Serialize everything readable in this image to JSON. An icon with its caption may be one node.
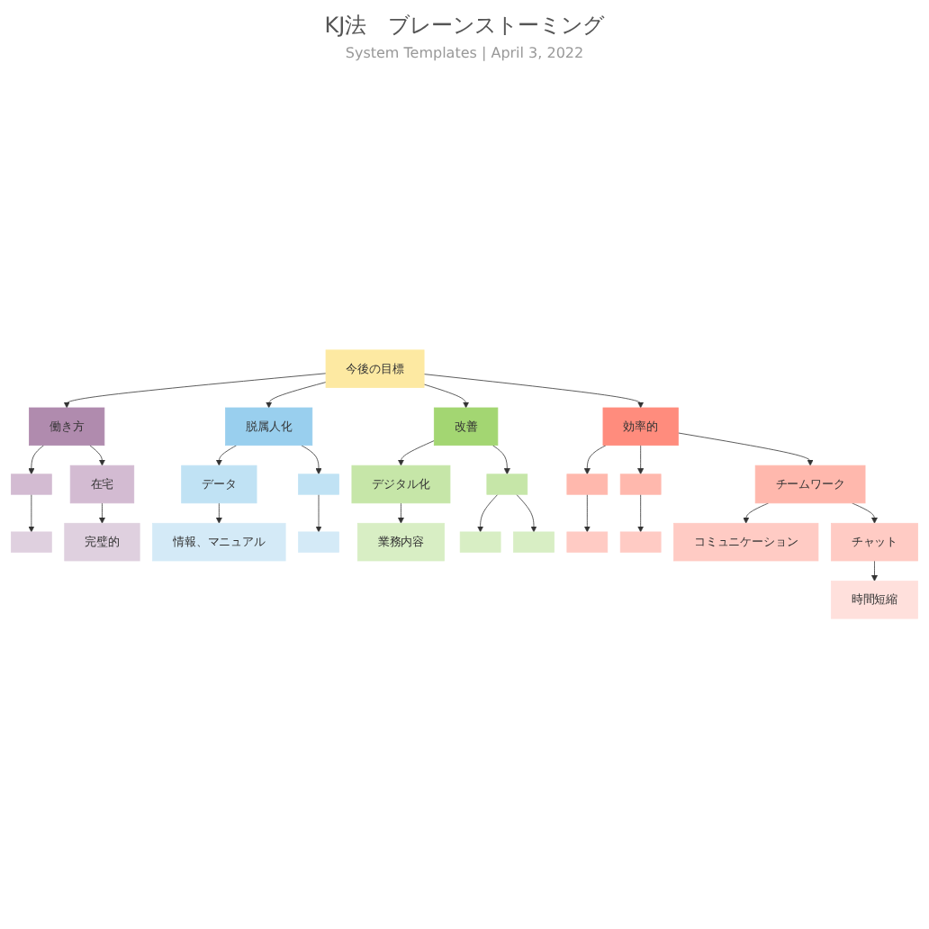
{
  "diagram": {
    "title": "KJ法　ブレーンストーミング",
    "caption": "System Templates | April 3, 2022",
    "nodes": [
      {
        "text": [
          "今後の目標"
        ]
      },
      {
        "text": [
          "働き方"
        ]
      },
      {
        "text": [],
        "shape": "box"
      },
      {
        "text": [],
        "shape": "box"
      },
      {
        "text": [
          "在宅"
        ]
      },
      {
        "text": [
          "完璧的"
        ]
      },
      {
        "text": [
          "脱属人化"
        ]
      },
      {
        "text": [
          "データ"
        ]
      },
      {
        "text": [
          "情報、マニュアル"
        ]
      },
      {
        "text": [],
        "shape": "box"
      },
      {
        "text": [],
        "shape": "box"
      },
      {
        "text": [
          "改善"
        ]
      },
      {
        "text": [
          "デジタル化"
        ]
      },
      {
        "text": [
          "業務内容"
        ]
      },
      {
        "text": [],
        "shape": "box"
      },
      {
        "text": [],
        "shape": "box"
      },
      {
        "text": [],
        "shape": "box"
      },
      {
        "text": [
          "効率的"
        ]
      },
      {
        "text": [],
        "shape": "box"
      },
      {
        "text": [],
        "shape": "box"
      },
      {
        "text": [],
        "shape": "box"
      },
      {
        "text": [],
        "shape": "box"
      },
      {
        "text": [
          "チームワーク"
        ]
      },
      {
        "text": [
          "コミュニケーション"
        ]
      },
      {
        "text": [
          "チャット"
        ]
      },
      {
        "text": [
          "時間短縮"
        ]
      }
    ],
    "edges": [
      {
        "from": 0,
        "to": 1,
        "arrow": "to"
      },
      {
        "from": 0,
        "to": 6,
        "arrow": "to"
      },
      {
        "from": 0,
        "to": 11,
        "arrow": "to"
      },
      {
        "from": 0,
        "to": 17,
        "arrow": "to"
      },
      {
        "from": 1,
        "to": 2,
        "arrow": "to"
      },
      {
        "from": 2,
        "to": 3,
        "arrow": "to"
      },
      {
        "from": 1,
        "to": 4,
        "arrow": "to"
      },
      {
        "from": 4,
        "to": 5,
        "arrow": "to"
      },
      {
        "from": 6,
        "to": 7,
        "arrow": "to"
      },
      {
        "from": 7,
        "to": 8,
        "arrow": "to"
      },
      {
        "from": 6,
        "to": 9,
        "arrow": "to"
      },
      {
        "from": 9,
        "to": 10,
        "arrow": "to"
      },
      {
        "from": 11,
        "to": 12,
        "arrow": "to"
      },
      {
        "from": 12,
        "to": 13,
        "arrow": "to"
      },
      {
        "from": 11,
        "to": 14,
        "arrow": "to"
      },
      {
        "from": 14,
        "to": 15,
        "arrow": "to"
      },
      {
        "from": 14,
        "to": 16,
        "arrow": "to"
      },
      {
        "from": 17,
        "to": 18,
        "arrow": "to"
      },
      {
        "from": 18,
        "to": 19,
        "arrow": "to"
      },
      {
        "from": 17,
        "to": 20,
        "arrow": "to"
      },
      {
        "from": 20,
        "to": 21,
        "arrow": "to"
      },
      {
        "from": 17,
        "to": 22,
        "arrow": "to"
      },
      {
        "from": 22,
        "to": 23,
        "arrow": "to"
      },
      {
        "from": 22,
        "to": 24,
        "arrow": "to"
      },
      {
        "from": 24,
        "to": 25,
        "arrow": "to"
      }
    ]
  }
}
